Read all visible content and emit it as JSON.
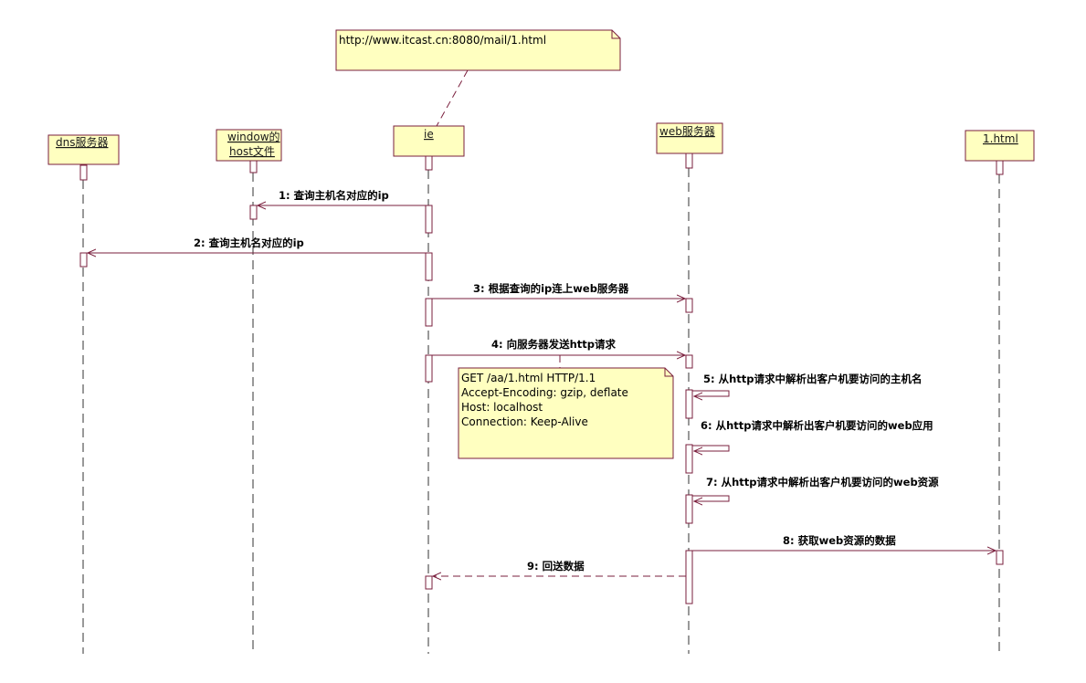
{
  "url_note": "http://www.itcast.cn:8080/mail/1.html",
  "objects": {
    "dns": "dns服务器",
    "host_line1": "window的",
    "host_line2": "host文件",
    "ie": "ie",
    "web": "web服务器",
    "html": "1.html"
  },
  "messages": {
    "m1": "1: 查询主机名对应的ip",
    "m2": "2: 查询主机名对应的ip",
    "m3": "3: 根据查询的ip连上web服务器",
    "m4": "4: 向服务器发送http请求",
    "m5": "5: 从http请求中解析出客户机要访问的主机名",
    "m6": "6: 从http请求中解析出客户机要访问的web应用",
    "m7": "7: 从http请求中解析出客户机要访问的web资源",
    "m8": "8: 获取web资源的数据",
    "m9": "9: 回送数据"
  },
  "request_note": {
    "line1": "GET /aa/1.html HTTP/1.1",
    "line2": "Accept-Encoding: gzip, deflate",
    "line3": "Host: localhost",
    "line4": "Connection: Keep-Alive"
  },
  "colors": {
    "box_fill": "#ffffc0",
    "line": "#7a1f3d"
  }
}
